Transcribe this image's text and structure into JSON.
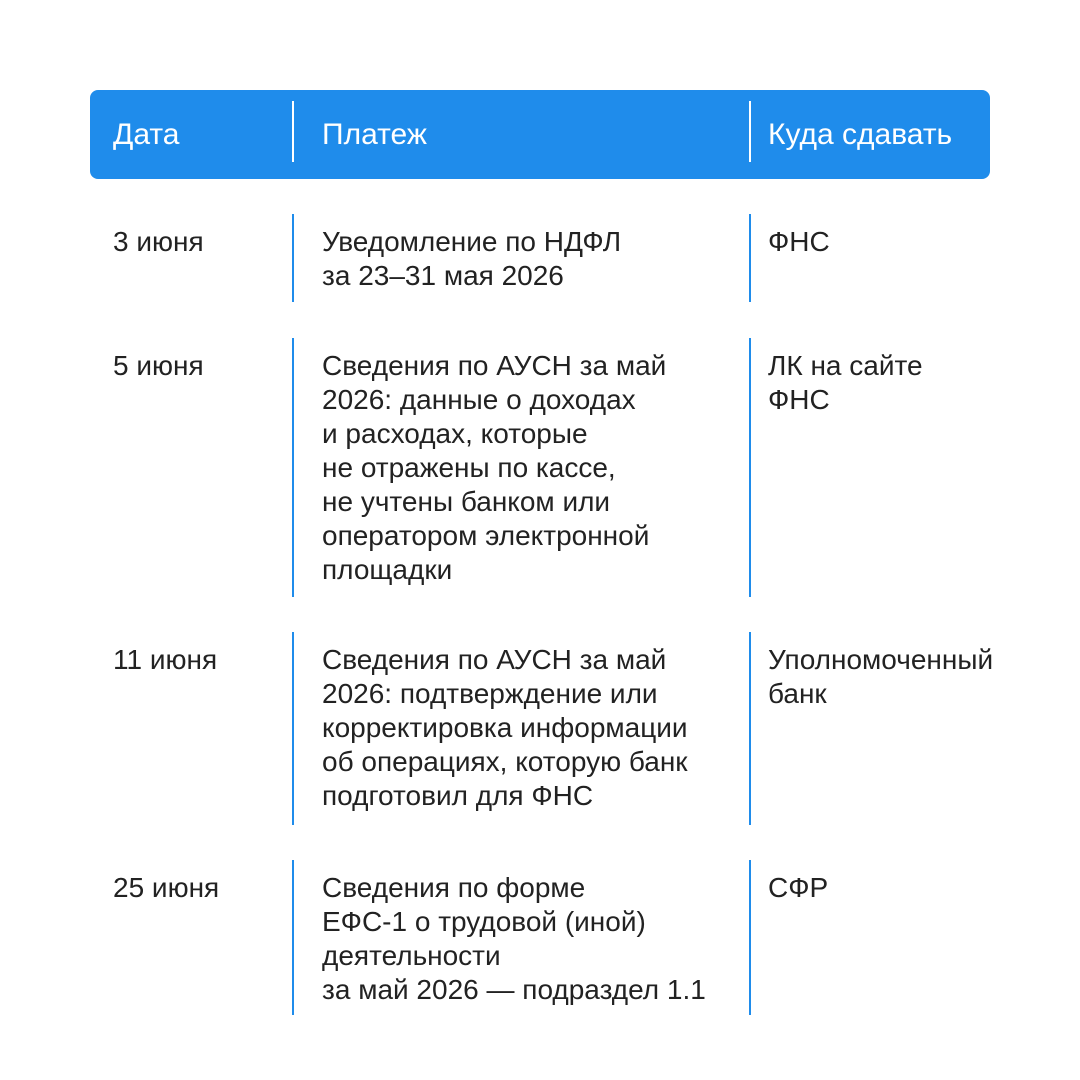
{
  "colors": {
    "accent": "#1f8ceb",
    "text": "#222222",
    "header_text": "#ffffff",
    "background": "#ffffff"
  },
  "header": {
    "date": "Дата",
    "payment": "Платеж",
    "destination": "Куда сдавать"
  },
  "rows": [
    {
      "date": "3 июня",
      "payment": "Уведомление по НДФЛ\nза 23–31 мая 2026",
      "destination": "ФНС"
    },
    {
      "date": "5 июня",
      "payment": "Сведения по АУСН за май\n2026: данные о доходах\nи расходах, которые\nне отражены по кассе,\nне учтены банком или\nоператором электронной\nплощадки",
      "destination": "ЛК на сайте\nФНС"
    },
    {
      "date": "11 июня",
      "payment": "Сведения по АУСН за май\n2026: подтверждение или\nкорректировка информации\nоб операциях, которую банк\nподготовил для ФНС",
      "destination": "Уполномоченный\nбанк"
    },
    {
      "date": "25 июня",
      "payment": "Сведения по форме\nЕФС-1 о трудовой (иной)\nдеятельности\nза май 2026 — подраздел 1.1",
      "destination": "СФР"
    }
  ]
}
